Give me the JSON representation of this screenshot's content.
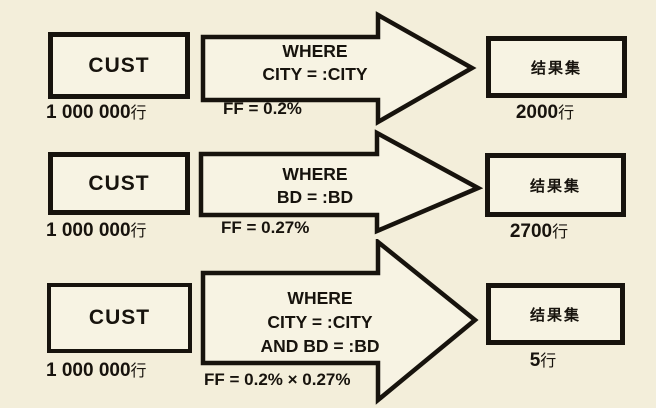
{
  "palette": {
    "background": "#f3eeda",
    "shape_fill": "#f7f3e3",
    "ink": "#17130d"
  },
  "diagram": {
    "rows": [
      {
        "source_table": "CUST",
        "source_rows_num": "1 000 000",
        "source_rows_unit": "行",
        "where_lines": [
          "WHERE",
          "CITY = :CITY"
        ],
        "filter_factor": "FF = 0.2%",
        "result_label": "结果集",
        "result_rows_num": "2000",
        "result_rows_unit": "行"
      },
      {
        "source_table": "CUST",
        "source_rows_num": "1 000 000",
        "source_rows_unit": "行",
        "where_lines": [
          "WHERE",
          "BD = :BD"
        ],
        "filter_factor": "FF = 0.27%",
        "result_label": "结果集",
        "result_rows_num": "2700",
        "result_rows_unit": "行"
      },
      {
        "source_table": "CUST",
        "source_rows_num": "1 000 000",
        "source_rows_unit": "行",
        "where_lines": [
          "WHERE",
          "CITY = :CITY",
          "AND BD = :BD"
        ],
        "filter_factor": "FF = 0.2% × 0.27%",
        "result_label": "结果集",
        "result_rows_num": "5",
        "result_rows_unit": "行"
      }
    ]
  }
}
